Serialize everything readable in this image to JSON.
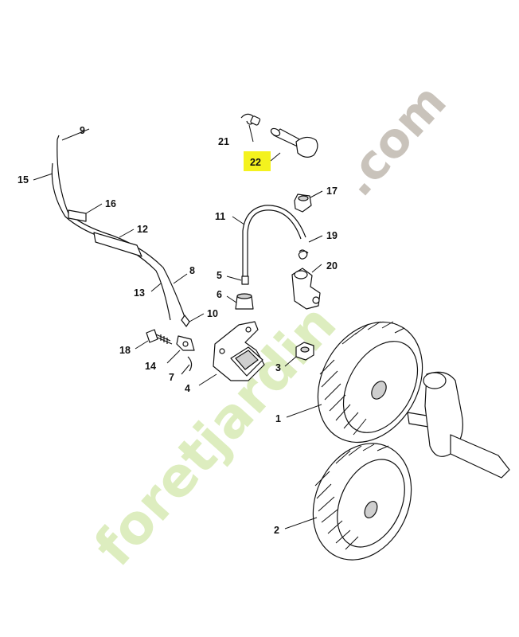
{
  "diagram": {
    "callouts": [
      {
        "id": "1",
        "text": "1"
      },
      {
        "id": "2",
        "text": "2"
      },
      {
        "id": "3",
        "text": "3"
      },
      {
        "id": "4",
        "text": "4"
      },
      {
        "id": "5",
        "text": "5"
      },
      {
        "id": "6",
        "text": "6"
      },
      {
        "id": "7",
        "text": "7"
      },
      {
        "id": "8",
        "text": "8"
      },
      {
        "id": "9",
        "text": "9"
      },
      {
        "id": "10",
        "text": "10"
      },
      {
        "id": "11",
        "text": "11"
      },
      {
        "id": "12",
        "text": "12"
      },
      {
        "id": "13",
        "text": "13"
      },
      {
        "id": "14",
        "text": "14"
      },
      {
        "id": "15",
        "text": "15"
      },
      {
        "id": "16",
        "text": "16"
      },
      {
        "id": "17",
        "text": "17"
      },
      {
        "id": "18",
        "text": "18"
      },
      {
        "id": "19",
        "text": "19"
      },
      {
        "id": "20",
        "text": "20"
      },
      {
        "id": "21",
        "text": "21"
      },
      {
        "id": "22",
        "text": "22",
        "highlighted": true
      }
    ],
    "highlight_color": "#f4f21e"
  },
  "watermark": {
    "text_main": "foretjardin",
    "text_dot": ".",
    "text_tld": "com",
    "color_light": "#d8ebb4",
    "color_orange": "#f5c79a",
    "color_gray": "#c9c3bb"
  }
}
